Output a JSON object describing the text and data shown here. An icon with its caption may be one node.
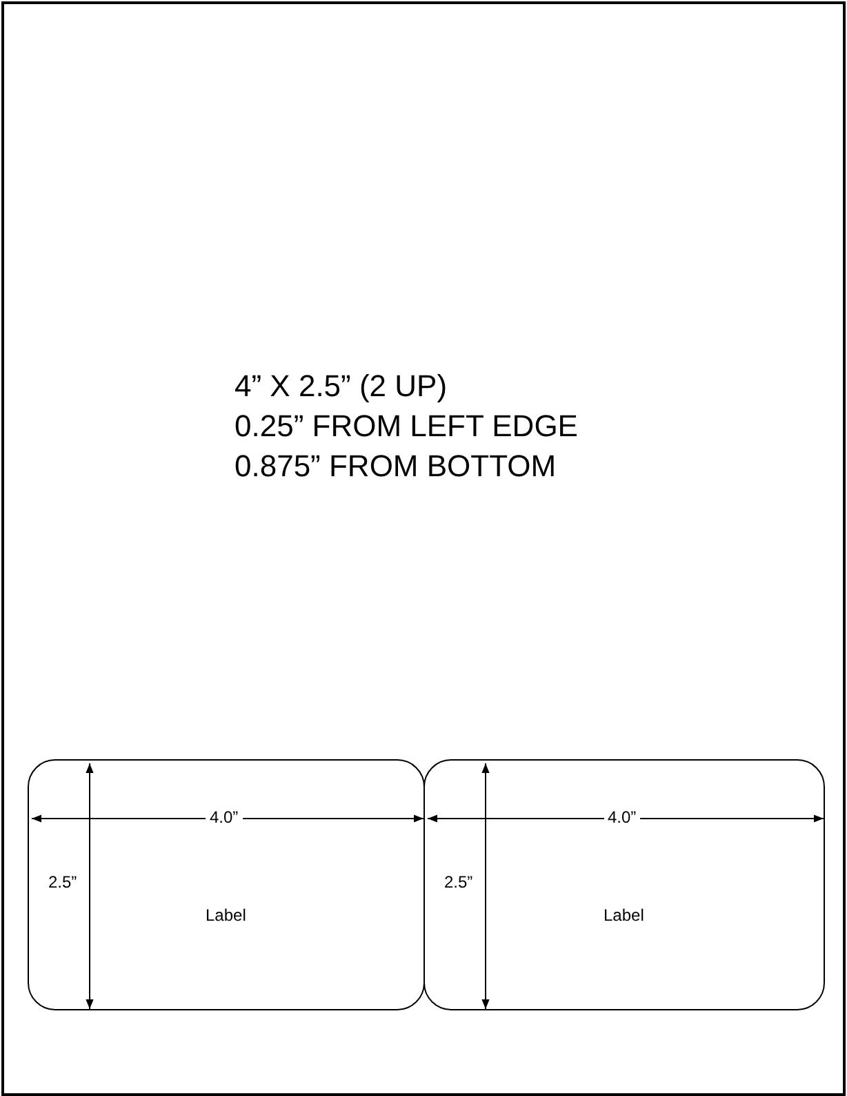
{
  "diagram": {
    "nodes": [
      {
        "text": [
          "4” X 2.5” (2 UP)",
          "0.25” FROM LEFT EDGE",
          "0.875” FROM BOTTOM"
        ]
      },
      {
        "text": [
          "Label"
        ],
        "in": 0
      },
      {
        "text": [
          "Label"
        ],
        "in": 0
      }
    ],
    "labels": [
      "4.0”",
      "2.5”",
      "4.0”",
      "2.5”"
    ]
  }
}
